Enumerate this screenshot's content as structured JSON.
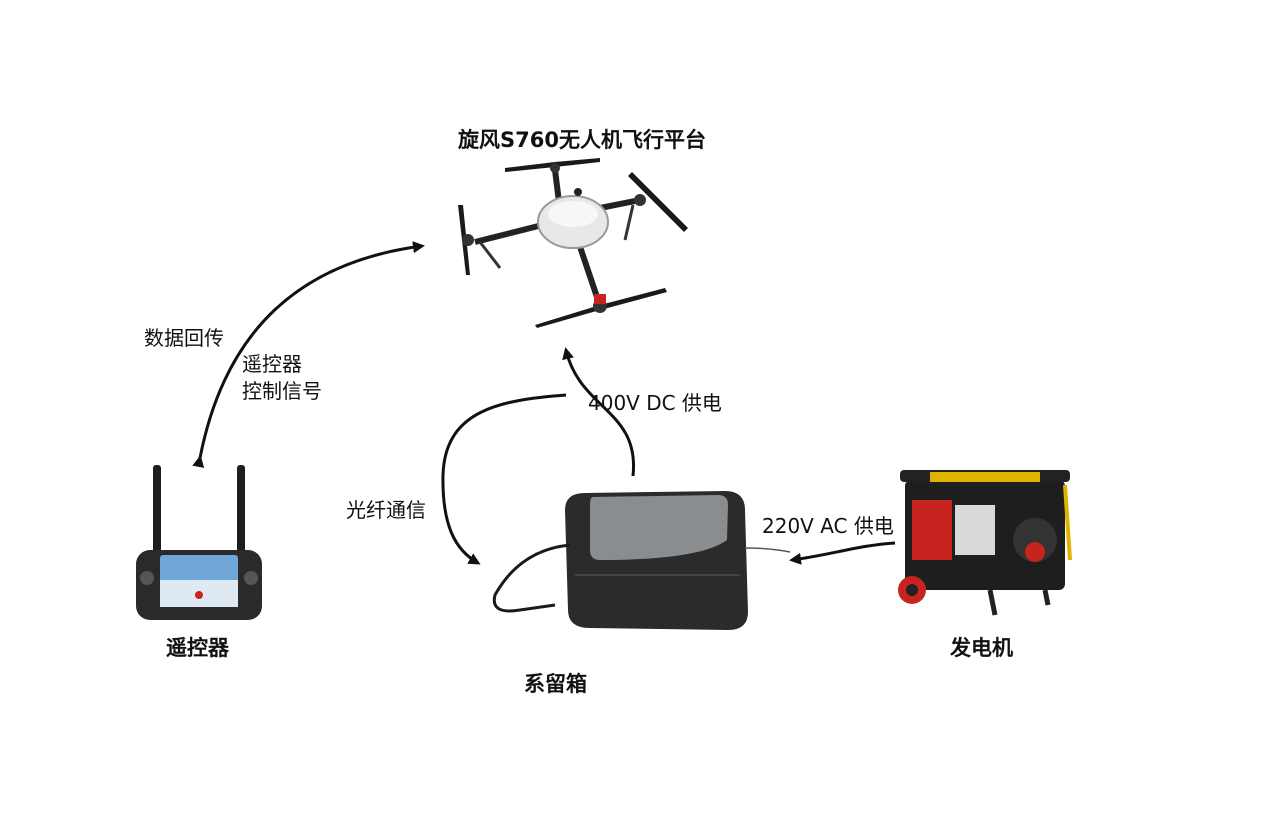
{
  "nodes": {
    "drone": {
      "title": "旋风S760无人机飞行平台",
      "icon": "drone-icon"
    },
    "remote": {
      "title": "遥控器",
      "icon": "remote-controller-icon"
    },
    "tether_box": {
      "title": "系留箱",
      "icon": "tether-box-icon"
    },
    "generator": {
      "title": "发电机",
      "icon": "generator-icon"
    }
  },
  "edges": {
    "data_return": "数据回传",
    "remote_signal_line1": "遥控器",
    "remote_signal_line2": "控制信号",
    "dc_power": "400V DC 供电",
    "fiber_comm": "光纤通信",
    "ac_power": "220V AC 供电"
  },
  "colors": {
    "line": "#111111",
    "box_body": "#2b2b2b",
    "box_lid": "#8a8d90",
    "generator_frame": "#e0b300",
    "generator_red": "#c8241f"
  }
}
